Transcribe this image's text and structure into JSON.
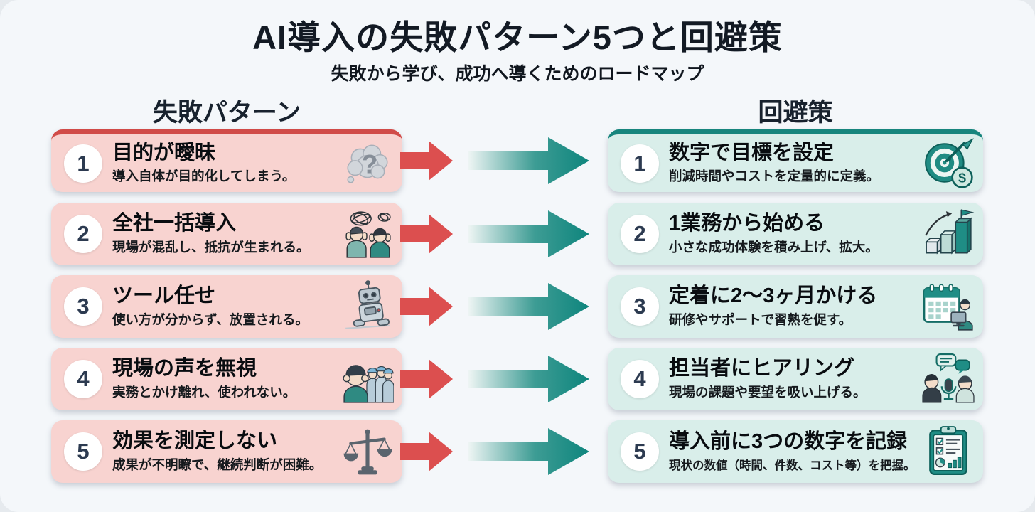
{
  "header": {
    "title": "AI導入の失敗パターン5つと回避策",
    "subtitle": "失敗から学び、成功へ導くためのロードマップ"
  },
  "columns": {
    "left_header": "失敗パターン",
    "right_header": "回避策"
  },
  "rows": [
    {
      "number": "1",
      "fail": {
        "title": "目的が曖昧",
        "desc": "導入自体が目的化してしまう。",
        "icon": "question-cloud-icon"
      },
      "avoid": {
        "title": "数字で目標を設定",
        "desc": "削減時間やコストを定量的に定義。",
        "icon": "target-dollar-icon"
      }
    },
    {
      "number": "2",
      "fail": {
        "title": "全社一括導入",
        "desc": "現場が混乱し、抵抗が生まれる。",
        "icon": "confused-people-icon"
      },
      "avoid": {
        "title": "1業務から始める",
        "desc": "小さな成功体験を積み上げ、拡大。",
        "icon": "growth-chart-flag-icon"
      }
    },
    {
      "number": "3",
      "fail": {
        "title": "ツール任せ",
        "desc": "使い方が分からず、放置される。",
        "icon": "abandoned-robot-icon"
      },
      "avoid": {
        "title": "定着に2〜3ヶ月かける",
        "desc": "研修やサポートで習熟を促す。",
        "icon": "calendar-training-icon"
      }
    },
    {
      "number": "4",
      "fail": {
        "title": "現場の声を無視",
        "desc": "実務とかけ離れ、使われない。",
        "icon": "ignoring-workers-icon"
      },
      "avoid": {
        "title": "担当者にヒアリング",
        "desc": "現場の課題や要望を吸い上げる。",
        "icon": "interview-mic-icon"
      }
    },
    {
      "number": "5",
      "fail": {
        "title": "効果を測定しない",
        "desc": "成果が不明瞭で、継続判断が困難。",
        "icon": "balance-scale-icon"
      },
      "avoid": {
        "title": "導入前に3つの数字を記録",
        "desc": "現状の数値（時間、件数、コスト等）を把握。",
        "icon": "clipboard-metrics-icon"
      }
    }
  ],
  "colors": {
    "panel_bg": "#f4f7fa",
    "heading_color": "#131a24",
    "fail_accent": "#d14b48",
    "fail_card_bg": "#f8d3d0",
    "avoid_accent": "#17857d",
    "avoid_card_bg": "#d9eeea",
    "arrow_red": "#dc4f4f",
    "arrow_teal": "#11867e",
    "number_color": "#2c3a50"
  }
}
